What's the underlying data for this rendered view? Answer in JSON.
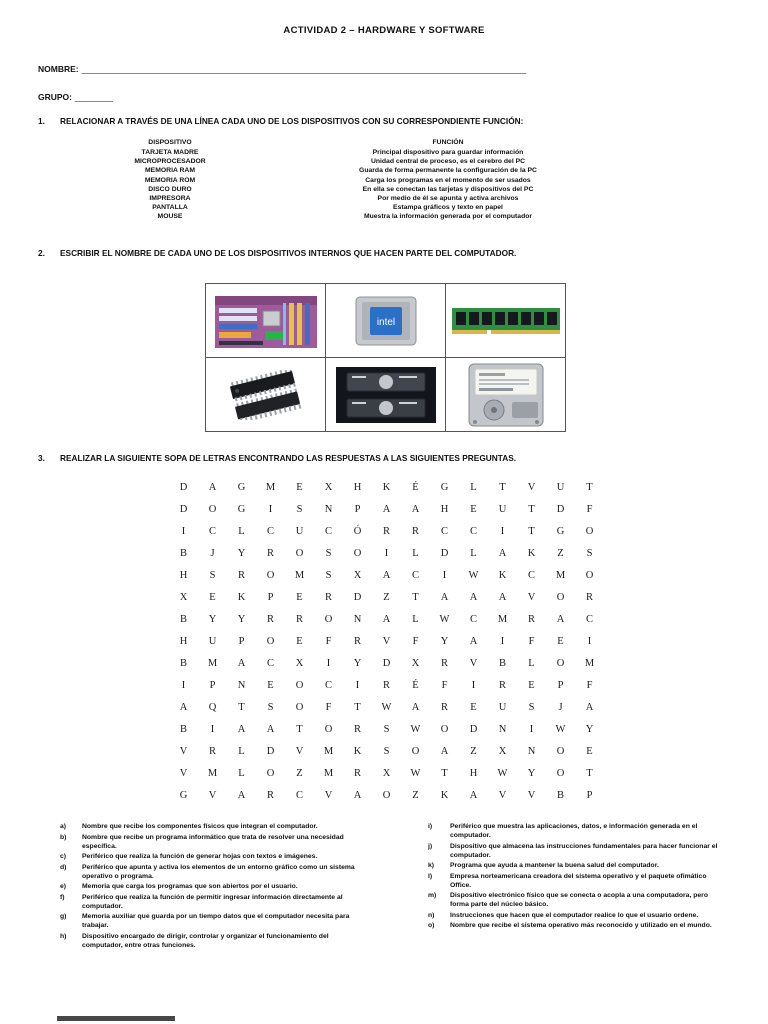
{
  "page": {
    "title": "ACTIVIDAD 2 – HARDWARE Y SOFTWARE"
  },
  "form": {
    "nombre_label": "NOMBRE:",
    "nombre_line": "______________________________________________________________________________________________",
    "grupo_label": "GRUPO:",
    "grupo_line": "________"
  },
  "section1": {
    "number": "1.",
    "instruction": "RELACIONAR A TRAVÉS DE UNA LÍNEA CADA UNO DE LOS DISPOSITIVOS CON SU CORRESPONDIENTE FUNCIÓN:",
    "dispositivo_header": "DISPOSITIVO",
    "funcion_header": "FUNCIÓN",
    "dispositivos": [
      "TARJETA MADRE",
      "MICROPROCESADOR",
      "MEMORIA RAM",
      "MEMORIA ROM",
      "DISCO DURO",
      "IMPRESORA",
      "PANTALLA",
      "MOUSE"
    ],
    "funciones": [
      "Principal dispositivo para guardar información",
      "Unidad central de proceso, es el cerebro del PC",
      "Guarda de forma permanente la configuración de la PC",
      "Carga los programas en el momento de ser usados",
      "En ella se conectan las tarjetas y dispositivos del PC",
      "Por medio de él se apunta y activa archivos",
      "Estampa gráficos y texto en papel",
      "Muestra la información generada por el computador"
    ]
  },
  "section2": {
    "number": "2.",
    "instruction": "ESCRIBIR EL NOMBRE DE CADA UNO DE LOS DISPOSITIVOS INTERNOS QUE HACEN PARTE DEL COMPUTADOR.",
    "cpu_label": "intel",
    "image_names": [
      "motherboard-photo",
      "processor-photo",
      "ram-module-photo",
      "dip-chips-photo",
      "eprom-chips-photo",
      "hard-drive-photo"
    ]
  },
  "section3": {
    "number": "3.",
    "instruction": "REALIZAR LA SIGUIENTE SOPA DE LETRAS ENCONTRANDO LAS RESPUESTAS A LAS SIGUIENTES PREGUNTAS.",
    "grid": [
      "DAGMEXHKÉGLTVUT",
      "DOGISNPAAHEUTDF",
      "ICLCUCÓRRCCITGO",
      "BJYROSOILDLAKZS",
      "HSROMSXACIWKCMO",
      "XEKPERDZTAAAVOR",
      "BYYRRONALWCMRAC",
      "HUPOEFRVFYAIFEI",
      "BMACXIYDXRVBLOM",
      "IPNEOCIRÉFIREPF",
      "AQTSOFTWAREUSJA",
      "BIAATORSWODNIWY",
      "VRLDVMKSOAZXNOE",
      "VMLOZMRXWTHWYOT",
      "GVARCVAOZKAVVBP"
    ]
  },
  "questions_left": [
    {
      "label": "a)",
      "text": "Nombre que recibe los componentes físicos que integran el computador."
    },
    {
      "label": "b)",
      "text": "Nombre que recibe un programa informático que trata de resolver una necesidad específica."
    },
    {
      "label": "c)",
      "text": "Periférico que realiza la función de generar hojas con textos e imágenes."
    },
    {
      "label": "d)",
      "text": "Periférico que apunta y activa los elementos de un entorno gráfico como un sistema operativo o programa."
    },
    {
      "label": "e)",
      "text": "Memoria que carga los programas que son abiertos por el usuario."
    },
    {
      "label": "f)",
      "text": "Periférico que realiza la función de permitir ingresar información directamente al computador."
    },
    {
      "label": "g)",
      "text": "Memoria auxiliar que guarda por un tiempo datos que el computador necesita para trabajar."
    },
    {
      "label": "h)",
      "text": "Dispositivo encargado de dirigir, controlar y organizar el funcionamiento del computador, entre otras funciones."
    }
  ],
  "questions_right": [
    {
      "label": "i)",
      "text": "Periférico que muestra las aplicaciones, datos, e información generada en el computador."
    },
    {
      "label": "j)",
      "text": "Dispositivo que almacena las instrucciones fundamentales para hacer funcionar el computador."
    },
    {
      "label": "k)",
      "text": "Programa que ayuda a mantener la buena salud del computador."
    },
    {
      "label": "l)",
      "text": "Empresa norteamericana creadora del sistema operativo y el paquete ofimático Office."
    },
    {
      "label": "m)",
      "text": "Dispositivo electrónico físico que se conecta o acopla a una computadora, pero forma parte del núcleo básico."
    },
    {
      "label": "n)",
      "text": "Instrucciones que hacen que el computador realice lo que el usuario ordene."
    },
    {
      "label": "o)",
      "text": "Nombre que recibe el sistema operativo más reconocido y utilizado en el mundo."
    }
  ]
}
